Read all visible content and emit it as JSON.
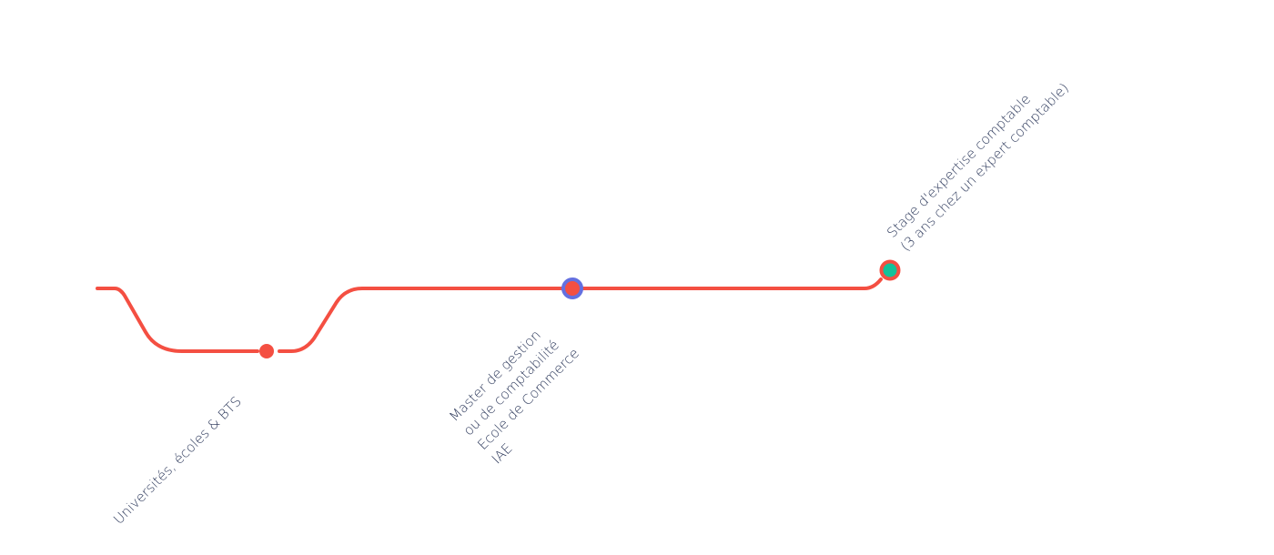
{
  "colors": {
    "line": "#f44f42",
    "label": "#2e3a5c",
    "master_ring": "#6470e0",
    "stage_fill": "#13c29a"
  },
  "steps": [
    {
      "id": "universites",
      "lines": [
        "Universités, écoles & BTS"
      ]
    },
    {
      "id": "master",
      "lines": [
        "Master de gestion",
        "ou de comptabilité",
        "Ecole de Commerce",
        "IAE"
      ]
    },
    {
      "id": "stage",
      "lines": [
        "Stage d'expertise comptable",
        "(3 ans chez un expert comptable)"
      ]
    }
  ]
}
